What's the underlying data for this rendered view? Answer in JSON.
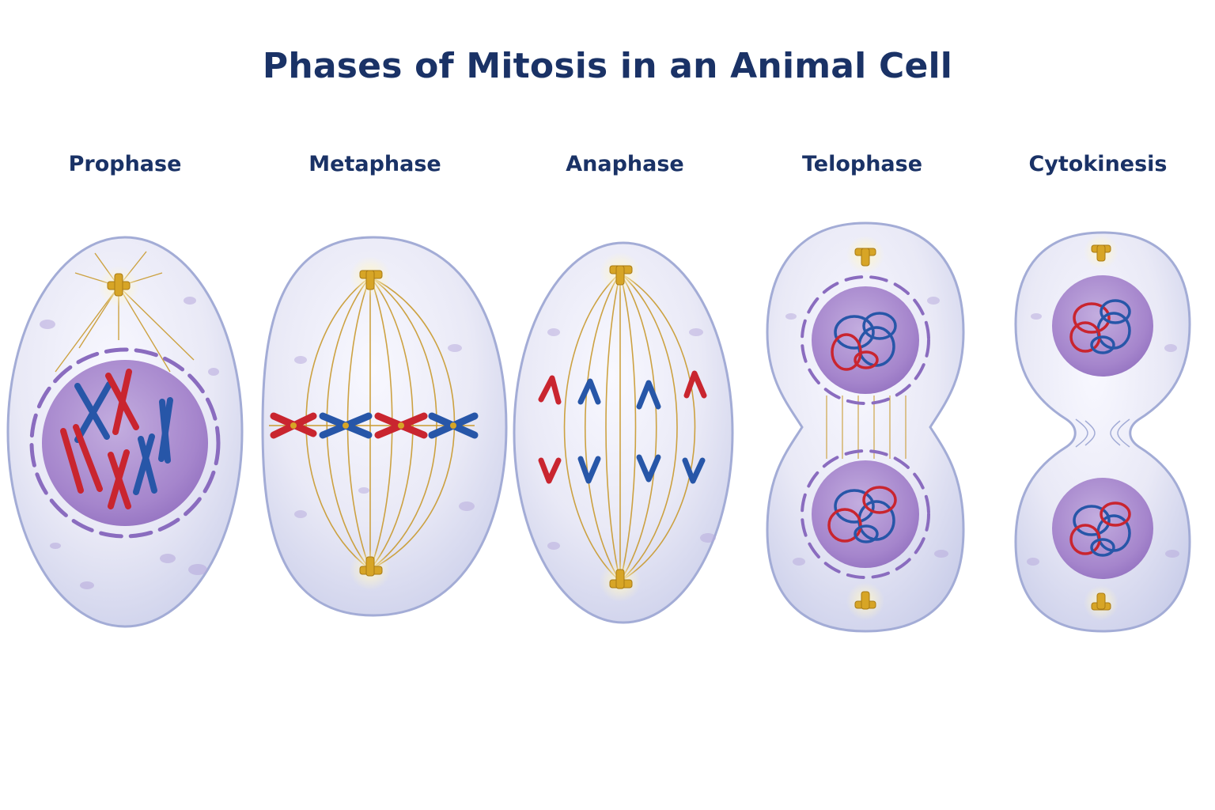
{
  "title": "Phases of Mitosis in an Animal Cell",
  "phases": [
    {
      "label": "Prophase"
    },
    {
      "label": "Metaphase"
    },
    {
      "label": "Anaphase"
    },
    {
      "label": "Telophase"
    },
    {
      "label": "Cytokinesis"
    }
  ],
  "colors": {
    "title_text": "#1a3266",
    "label_text": "#1a3266",
    "cell_fill": "#e6e6f4",
    "cell_outline": "#a3acd6",
    "nucleus_fill": "#a98bcf",
    "nuclear_envelope": "#8a6cbf",
    "chromosome_red": "#c9252f",
    "chromosome_blue": "#2756a8",
    "centrosome": "#d7a526",
    "spindle_fiber": "#c99a2e"
  }
}
